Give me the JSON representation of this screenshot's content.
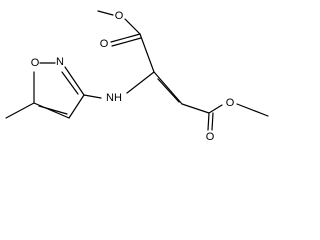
{
  "structure": {
    "colors": {
      "bond": "#000000",
      "label": "#000000",
      "background": "#ffffff"
    },
    "atoms": {
      "o_top": "O",
      "o_top_ether": "O",
      "o_bottom": "O",
      "o_bottom_ether": "O",
      "nh": "NH",
      "ring_o": "O",
      "ring_n": "N"
    }
  }
}
